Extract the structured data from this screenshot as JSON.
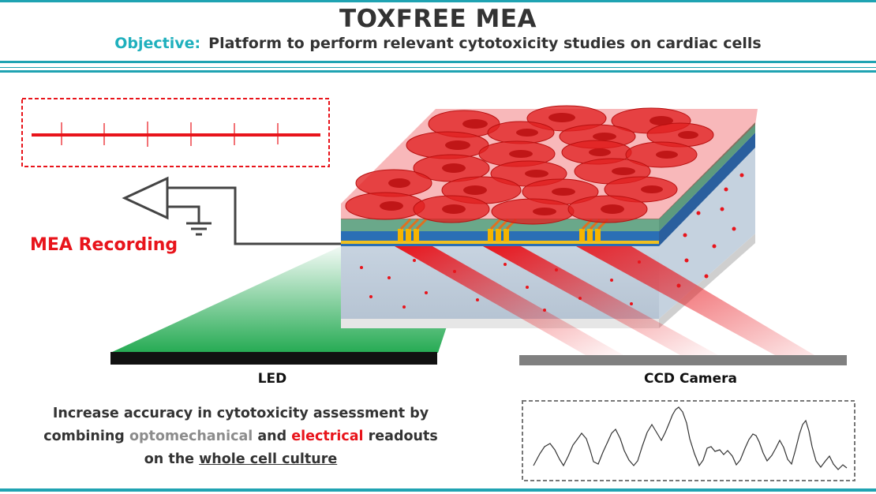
{
  "header": {
    "title": "TOXFREE MEA",
    "objective_label": "Objective:",
    "objective_text": "Platform to perform relevant cytotoxicity studies on cardiac cells"
  },
  "labels": {
    "mea_recording": "MEA Recording",
    "led": "LED",
    "ccd_camera": "CCD Camera"
  },
  "description": {
    "line1": "Increase accuracy in cytotoxicity assessment by",
    "line2_a": "combining ",
    "line2_grey": "optomechanical",
    "line2_b": " and ",
    "line2_red": "electrical",
    "line2_c": " readouts",
    "line3_a": "on the ",
    "line3_underline": "whole cell culture"
  },
  "colors": {
    "accent_teal": "#1fa3b2",
    "recording_red": "#e8141b",
    "led_green": "#1aa64a",
    "cell_red": "#e02020"
  }
}
